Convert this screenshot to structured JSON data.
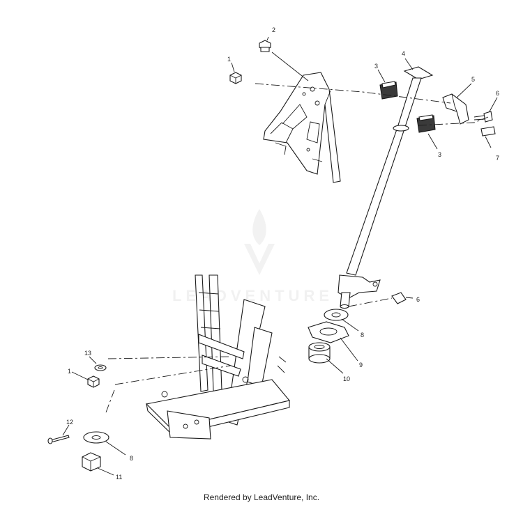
{
  "watermark": {
    "text": "LEADVENTURE"
  },
  "footer": {
    "credit": "Rendered by LeadVenture, Inc."
  },
  "callouts": [
    {
      "id": "c1a",
      "label": "1"
    },
    {
      "id": "c2",
      "label": "2"
    },
    {
      "id": "c3a",
      "label": "3"
    },
    {
      "id": "c4",
      "label": "4"
    },
    {
      "id": "c5",
      "label": "5"
    },
    {
      "id": "c6a",
      "label": "6"
    },
    {
      "id": "c7",
      "label": "7"
    },
    {
      "id": "c3b",
      "label": "3"
    },
    {
      "id": "c6b",
      "label": "6"
    },
    {
      "id": "c8a",
      "label": "8"
    },
    {
      "id": "c9",
      "label": "9"
    },
    {
      "id": "c10",
      "label": "10"
    },
    {
      "id": "c13",
      "label": "13"
    },
    {
      "id": "c1b",
      "label": "1"
    },
    {
      "id": "c12",
      "label": "12"
    },
    {
      "id": "c8b",
      "label": "8"
    },
    {
      "id": "c11",
      "label": "11"
    }
  ]
}
